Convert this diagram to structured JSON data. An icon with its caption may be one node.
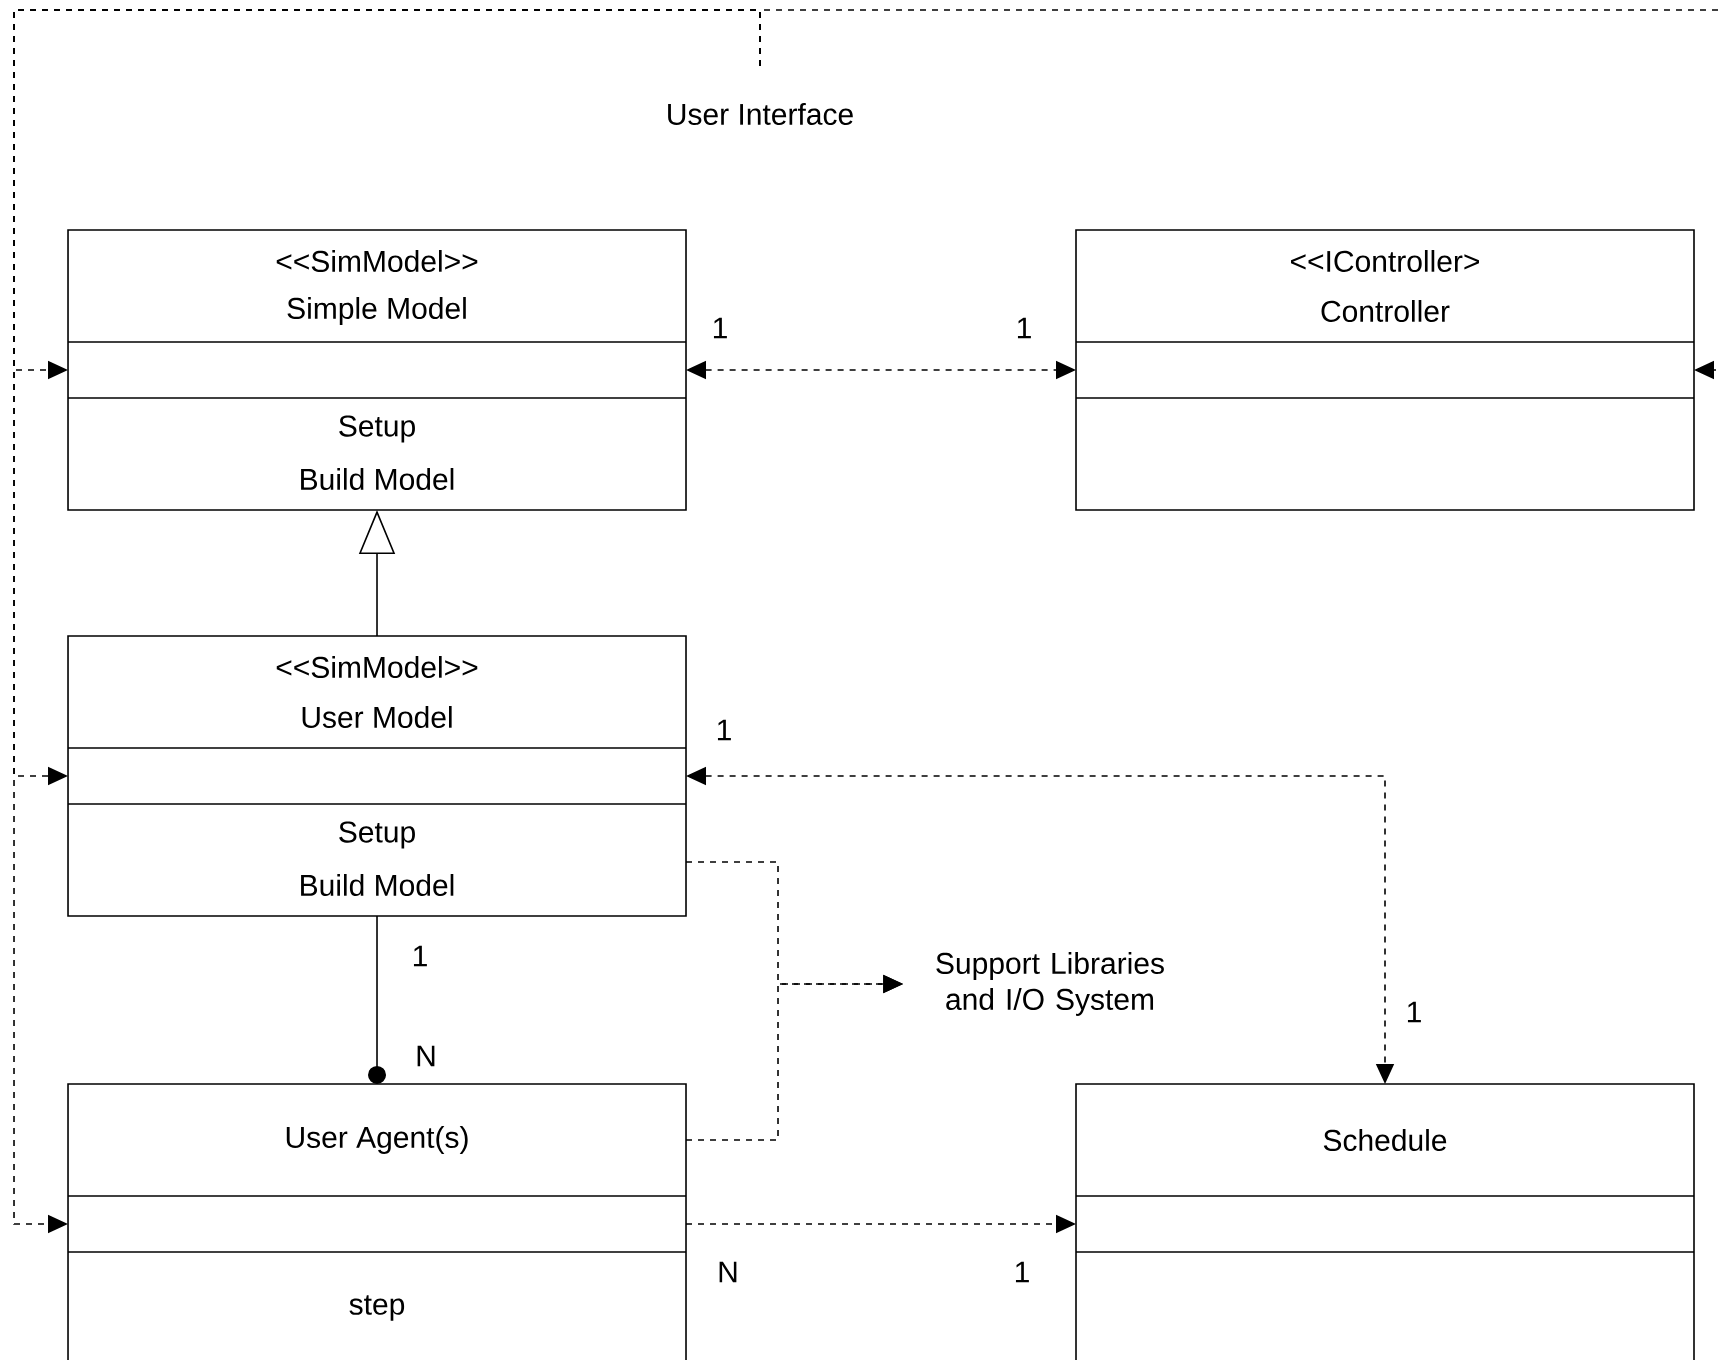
{
  "diagram": {
    "nodes": [
      {
        "text": [
          "<<SimModel>>",
          "Simple Model",
          "Setup",
          "Build Model"
        ]
      },
      {
        "text": [
          "<<IController>",
          "Controller"
        ]
      },
      {
        "text": [
          "<<SimModel>>",
          "User Model",
          "Setup",
          "Build Model"
        ]
      },
      {
        "text": [
          "Support Libraries and I/O System"
        ]
      },
      {
        "text": [
          "User Agent(s)",
          "step"
        ]
      },
      {
        "text": [
          "Schedule"
        ]
      }
    ],
    "edges": [
      {
        "from": 0,
        "to": 1,
        "arrow": "both",
        "style": "dashed"
      },
      {
        "from": 2,
        "to": 0,
        "arrow": "to"
      },
      {
        "from": 2,
        "to": 5,
        "arrow": "both",
        "style": "dashed"
      },
      {
        "from": 2,
        "to": 4,
        "arrow": "other"
      },
      {
        "from": 4,
        "to": 5,
        "arrow": "to",
        "style": "dashed"
      },
      {
        "from": 2,
        "to": 3,
        "arrow": "to",
        "style": "dashed"
      },
      {
        "from": 4,
        "to": 3,
        "arrow": "to",
        "style": "dashed"
      },
      {
        "from": null,
        "to": 0,
        "arrow": "to",
        "style": "dashed"
      },
      {
        "from": null,
        "to": 2,
        "arrow": "to",
        "style": "dashed"
      },
      {
        "from": null,
        "to": 4,
        "arrow": "to",
        "style": "dashed"
      },
      {
        "from": null,
        "to": 1,
        "arrow": "to",
        "style": "dashed"
      }
    ],
    "labels": [
      "User Interface",
      "1",
      "1",
      "1",
      "1",
      "1",
      "N",
      "N",
      "1"
    ]
  }
}
